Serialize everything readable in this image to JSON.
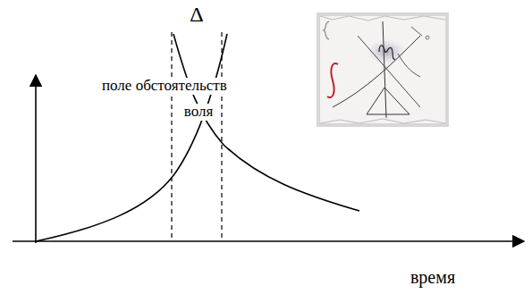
{
  "diagram": {
    "labels": [
      "Δ",
      "поле обстоятельств",
      "воля",
      "время"
    ]
  }
}
